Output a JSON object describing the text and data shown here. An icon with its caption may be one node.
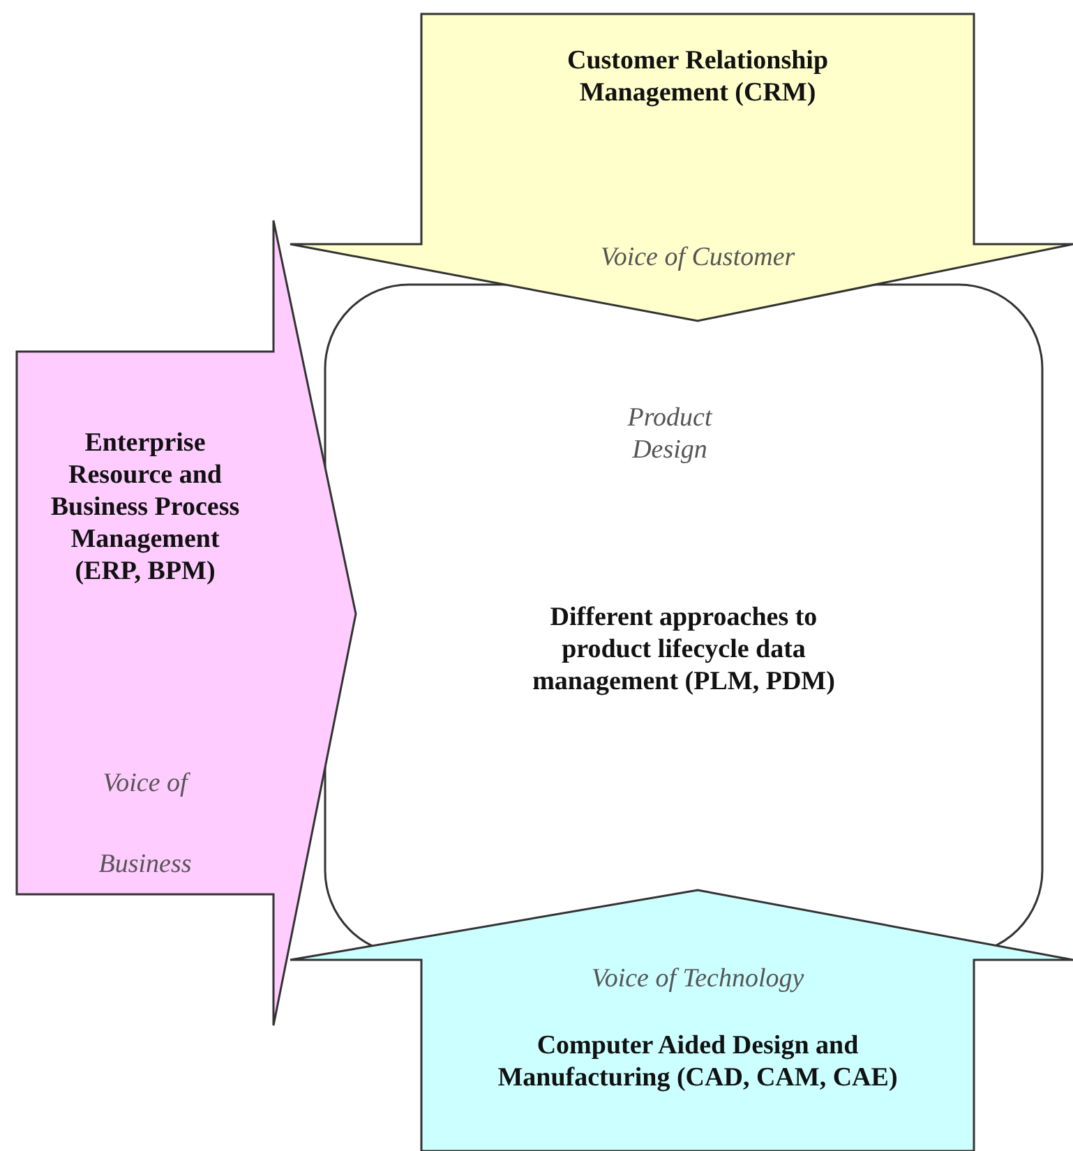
{
  "diagram": {
    "nodes": [
      {
        "text": [
          "Customer Relationship Management (CRM)",
          "Voice of Customer"
        ]
      },
      {
        "text": [
          "Enterprise Resource and Business Process Management (ERP, BPM)",
          "Voice of Business"
        ]
      },
      {
        "text": [
          "Product Design",
          "Different approaches to product lifecycle data management (PLM, PDM)"
        ]
      },
      {
        "text": [
          "Voice of Technology",
          "Computer Aided Design and Manufacturing (CAD, CAM, CAE)"
        ]
      }
    ]
  }
}
